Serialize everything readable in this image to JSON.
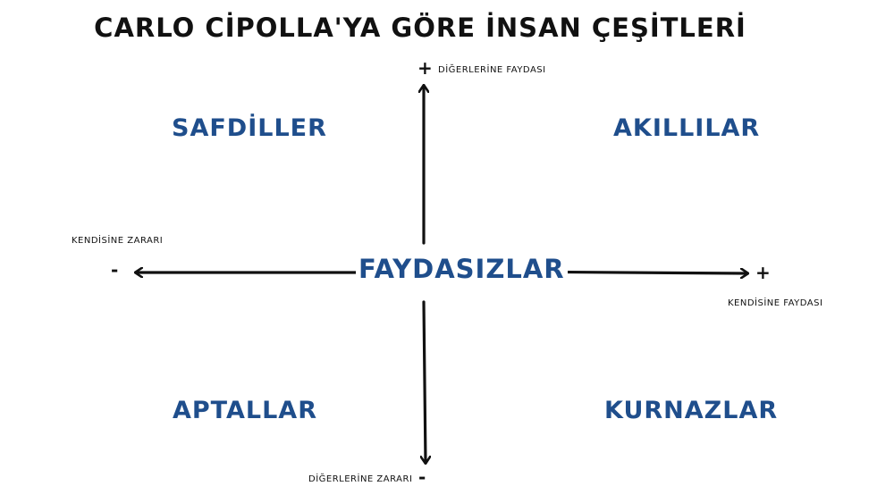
{
  "title": "CARLO CİPOLLA'YA GÖRE İNSAN ÇEŞİTLERİ",
  "center_label": "FAYDASIZLAR",
  "quadrants": {
    "top_left": "SAFDİLLER",
    "top_right": "AKILLILAR",
    "bottom_left": "APTALLAR",
    "bottom_right": "KURNAZLAR"
  },
  "axes": {
    "top": {
      "sign": "+",
      "label": "DİĞERLERİNE FAYDASI"
    },
    "bottom": {
      "sign": "-",
      "label": "DİĞERLERİNE ZARARI"
    },
    "left": {
      "sign": "-",
      "label": "KENDİSİNE ZARARI"
    },
    "right": {
      "sign": "+",
      "label": "KENDİSİNE FAYDASI"
    }
  },
  "colors": {
    "accent": "#1f4e8c",
    "text": "#111111"
  }
}
